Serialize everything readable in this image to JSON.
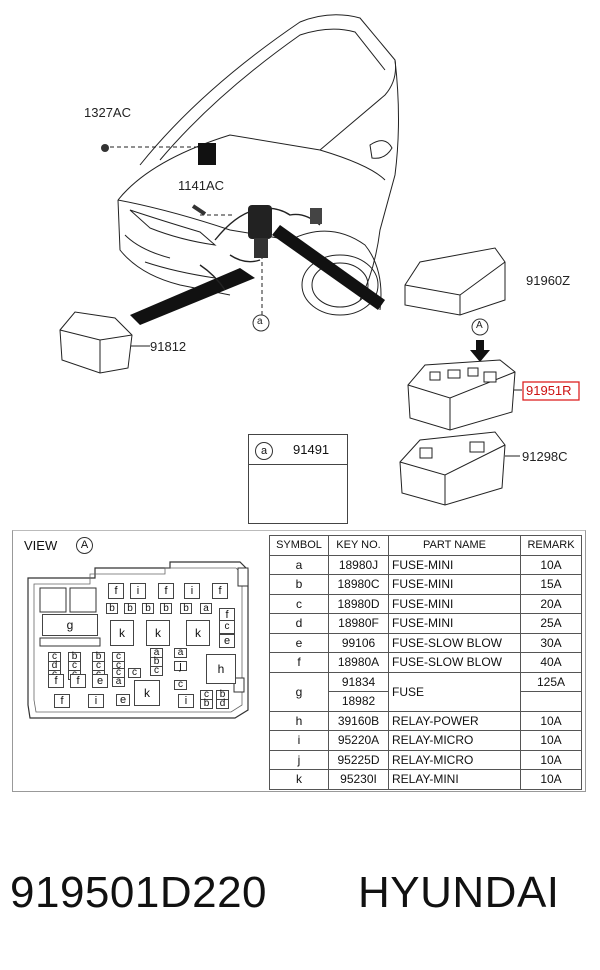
{
  "callouts": {
    "p1327": "1327AC",
    "p1141": "1141AC",
    "p91960": "91960Z",
    "p91812": "91812",
    "p91951": "91951R",
    "p91298": "91298C",
    "view_a": "A",
    "detail_a": "a"
  },
  "inset": {
    "circle": "a",
    "part": "91491"
  },
  "view": {
    "title": "VIEW",
    "circle": "A"
  },
  "fuse_box_labels": {
    "f": "f",
    "i": "i",
    "k": "k",
    "g": "g",
    "e": "e",
    "b": "b",
    "c": "c",
    "a": "a",
    "d": "d",
    "h": "h",
    "j": "j"
  },
  "table": {
    "headers": [
      "SYMBOL",
      "KEY NO.",
      "PART NAME",
      "REMARK"
    ],
    "rows": [
      {
        "symbol": "a",
        "key": "18980J",
        "name": "FUSE-MINI",
        "remark": "10A"
      },
      {
        "symbol": "b",
        "key": "18980C",
        "name": "FUSE-MINI",
        "remark": "15A"
      },
      {
        "symbol": "c",
        "key": "18980D",
        "name": "FUSE-MINI",
        "remark": "20A"
      },
      {
        "symbol": "d",
        "key": "18980F",
        "name": "FUSE-MINI",
        "remark": "25A"
      },
      {
        "symbol": "e",
        "key": "99106",
        "name": "FUSE-SLOW BLOW",
        "remark": "30A"
      },
      {
        "symbol": "f",
        "key": "18980A",
        "name": "FUSE-SLOW BLOW",
        "remark": "40A"
      },
      {
        "symbol": "g",
        "key": "91834",
        "key2": "18982",
        "name": "FUSE",
        "remark": "125A"
      },
      {
        "symbol": "h",
        "key": "39160B",
        "name": "RELAY-POWER",
        "remark": "10A"
      },
      {
        "symbol": "i",
        "key": "95220A",
        "name": "RELAY-MICRO",
        "remark": "10A"
      },
      {
        "symbol": "j",
        "key": "95225D",
        "name": "RELAY-MICRO",
        "remark": "10A"
      },
      {
        "symbol": "k",
        "key": "95230I",
        "name": "RELAY-MINI",
        "remark": "10A"
      }
    ]
  },
  "footer": {
    "part_number": "919501D220",
    "brand": "HYUNDAI"
  },
  "colors": {
    "highlight": "#d22",
    "line": "#222"
  }
}
